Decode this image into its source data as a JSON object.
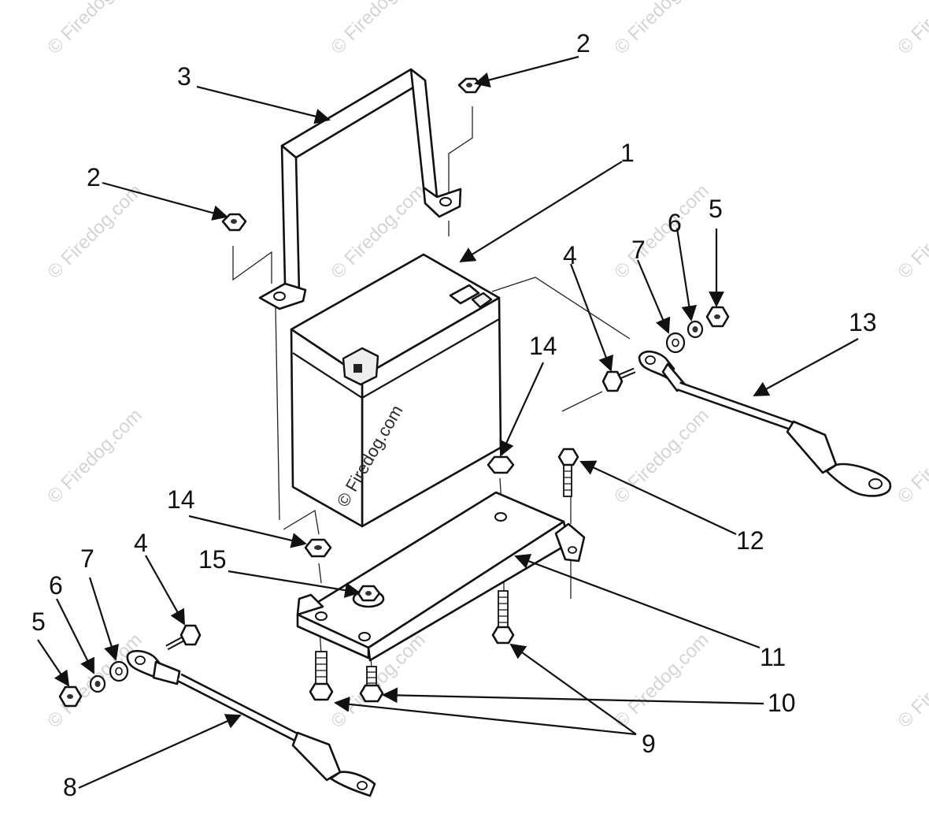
{
  "watermark": {
    "text": "© Firedog.com"
  },
  "callouts": {
    "c1": "1",
    "c2a": "2",
    "c2b": "2",
    "c3": "3",
    "c4a": "4",
    "c4b": "4",
    "c5a": "5",
    "c5b": "5",
    "c6a": "6",
    "c6b": "6",
    "c7a": "7",
    "c7b": "7",
    "c8": "8",
    "c9": "9",
    "c10": "10",
    "c11": "11",
    "c12": "12",
    "c13": "13",
    "c14a": "14",
    "c14b": "14",
    "c15": "15"
  }
}
